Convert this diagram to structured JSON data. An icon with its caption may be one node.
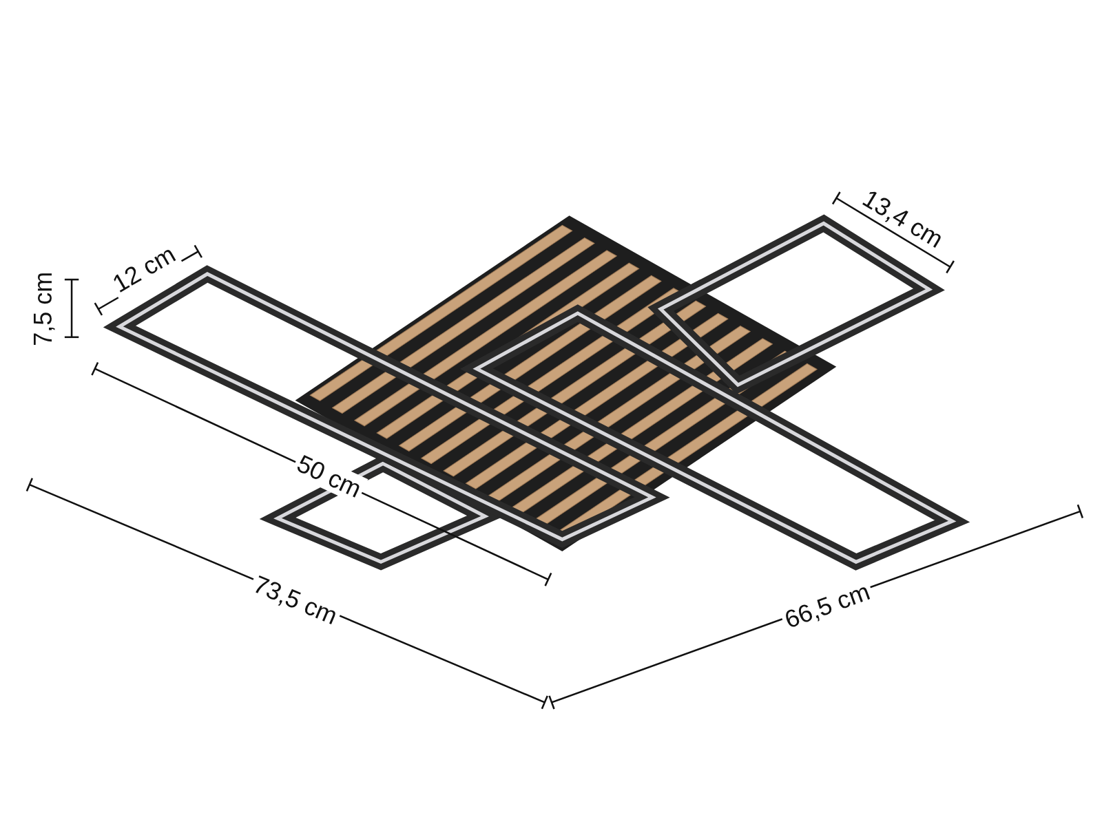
{
  "diagram": {
    "labels": [
      "13,4 cm",
      "7,5 cm",
      "12 cm",
      "50 cm",
      "73,5 cm",
      "66,5 cm"
    ]
  }
}
